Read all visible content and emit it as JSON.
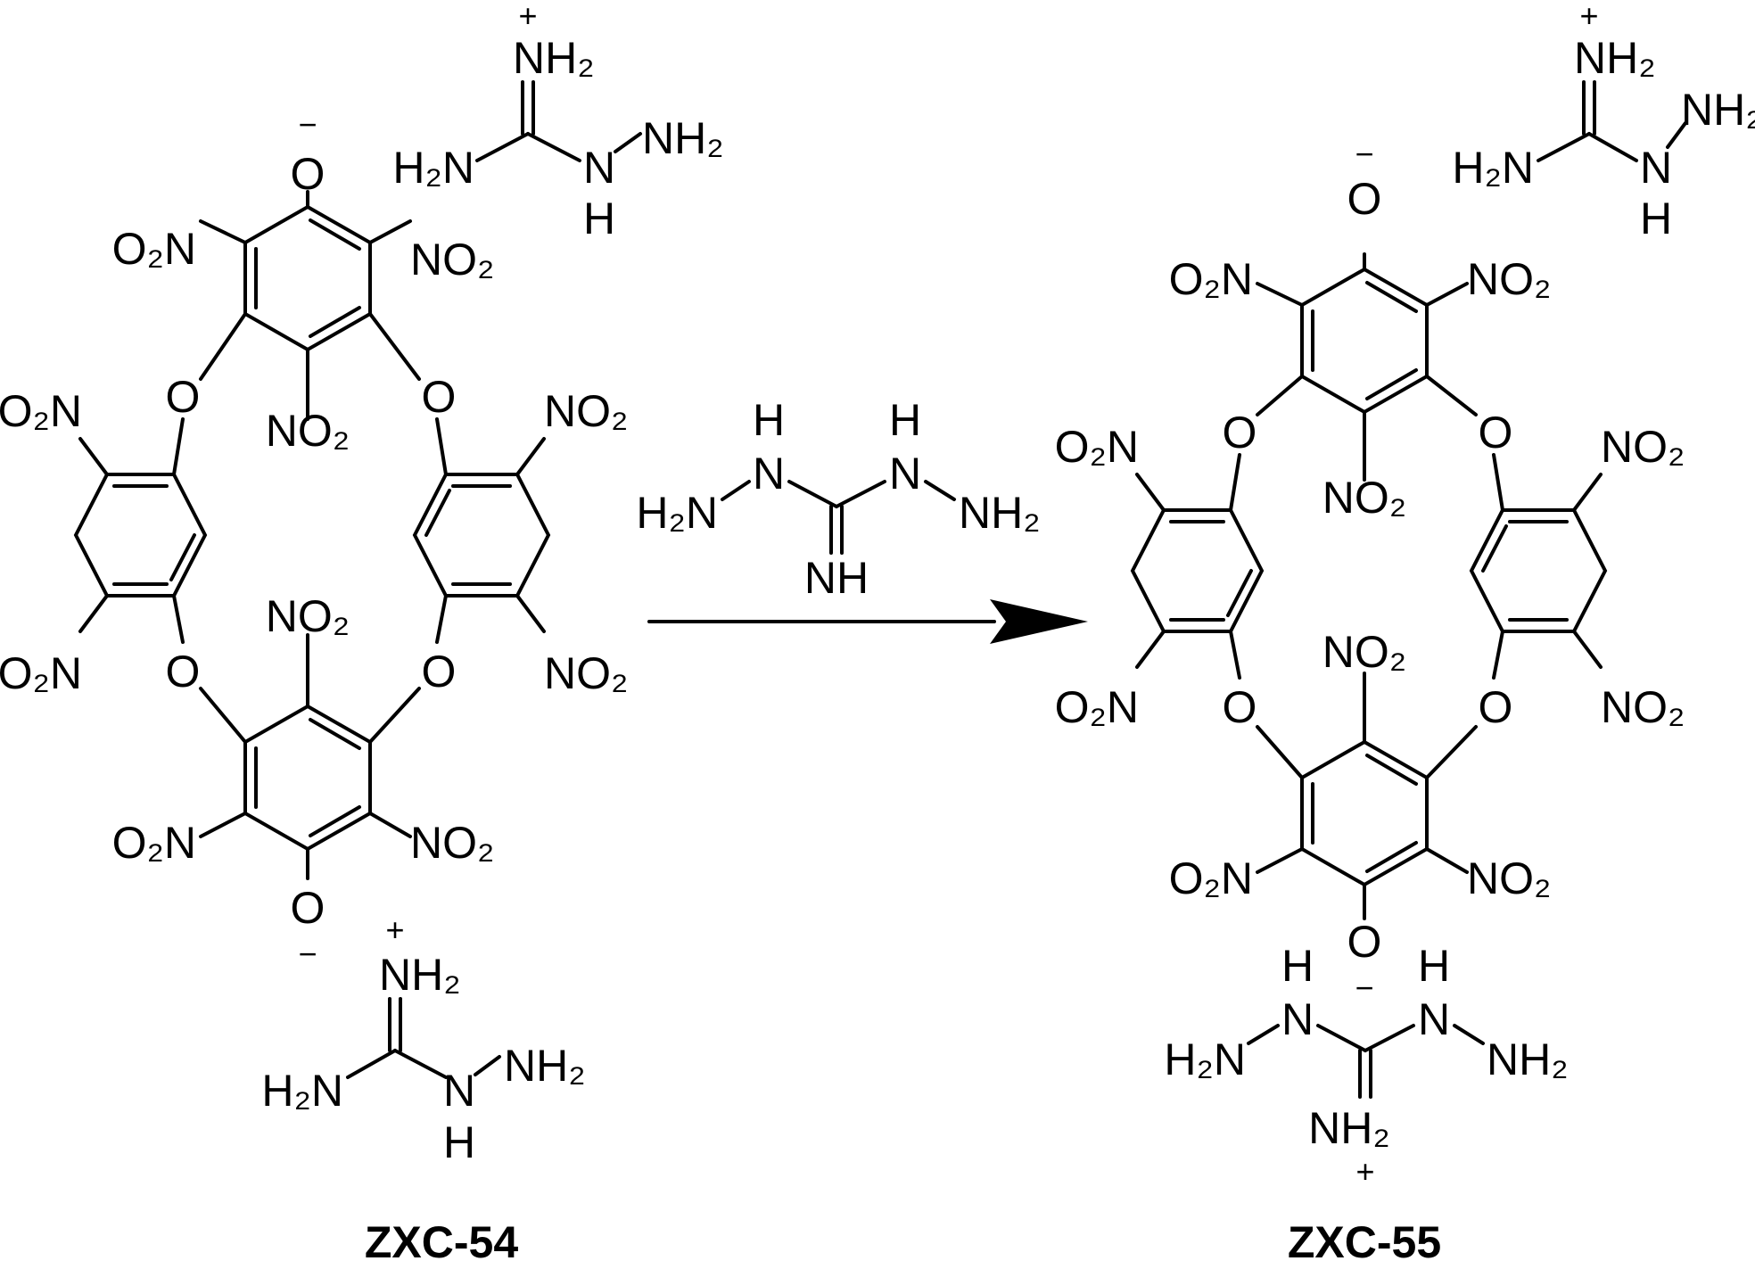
{
  "reactant": {
    "name": "ZXC-54"
  },
  "product": {
    "name": "ZXC-55"
  },
  "reagent": {
    "h_left": "H",
    "h_right": "H",
    "n_left": "N",
    "n_right": "N",
    "h2n": "H₂N",
    "nh2": "NH₂",
    "nh": "NH"
  },
  "labels": {
    "no2": "NO₂",
    "o2n": "O₂N",
    "o": "O",
    "minus": "−",
    "plus": "+",
    "nh2": "NH₂",
    "h2n": "H₂N",
    "n": "N",
    "h": "H"
  }
}
